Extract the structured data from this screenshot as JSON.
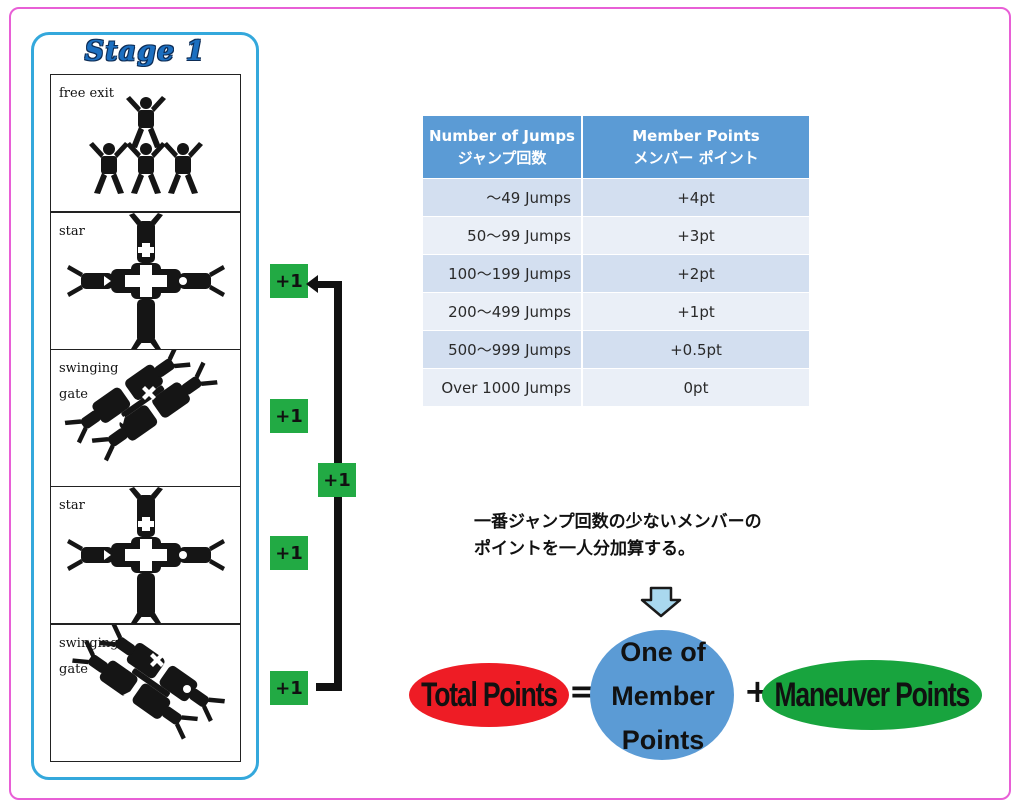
{
  "stage": {
    "title": "Stage 1",
    "formations": [
      {
        "label": "free exit",
        "shape": "pyramid"
      },
      {
        "label": "star",
        "shape": "star"
      },
      {
        "label": "swinging gate",
        "shape": "swinging-gate"
      },
      {
        "label": "star",
        "shape": "star"
      },
      {
        "label": "swinging gate",
        "shape": "swinging-gate"
      }
    ]
  },
  "badges": {
    "b1": "+1",
    "b2": "+1",
    "b3": "+1",
    "b4": "+1",
    "center": "+1"
  },
  "table": {
    "header_jumps_en": "Number of Jumps",
    "header_jumps_ja": "ジャンプ回数",
    "header_points_en": "Member  Points",
    "header_points_ja": "メンバー  ポイント",
    "rows": [
      {
        "jumps": "～49  Jumps",
        "points": "+4pt"
      },
      {
        "jumps": "50～99  Jumps",
        "points": "+3pt"
      },
      {
        "jumps": "100～199  Jumps",
        "points": "+2pt"
      },
      {
        "jumps": "200～499  Jumps",
        "points": "+1pt"
      },
      {
        "jumps": "500～999  Jumps",
        "points": "+0.5pt"
      },
      {
        "jumps": "Over 1000  Jumps",
        "points": "0pt"
      }
    ]
  },
  "note": {
    "line1": "一番ジャンプ回数の少ないメンバーの",
    "line2": "ポイントを一人分加算する。"
  },
  "formula": {
    "total": "Total Points",
    "equals": "=",
    "member_line1": "One of",
    "member_line2": "Member",
    "member_line3": "Points",
    "plus": "+",
    "maneuver": "Maneuver Points"
  },
  "colors": {
    "frame": "#e85fd6",
    "stage_border": "#34a8dc",
    "badge_green": "#22aa44",
    "table_header": "#5b9bd5",
    "total_red": "#ee1c25",
    "member_blue": "#5b9bd5",
    "maneuver_green": "#18a43e",
    "arrow_fill": "#a9d8ee"
  }
}
